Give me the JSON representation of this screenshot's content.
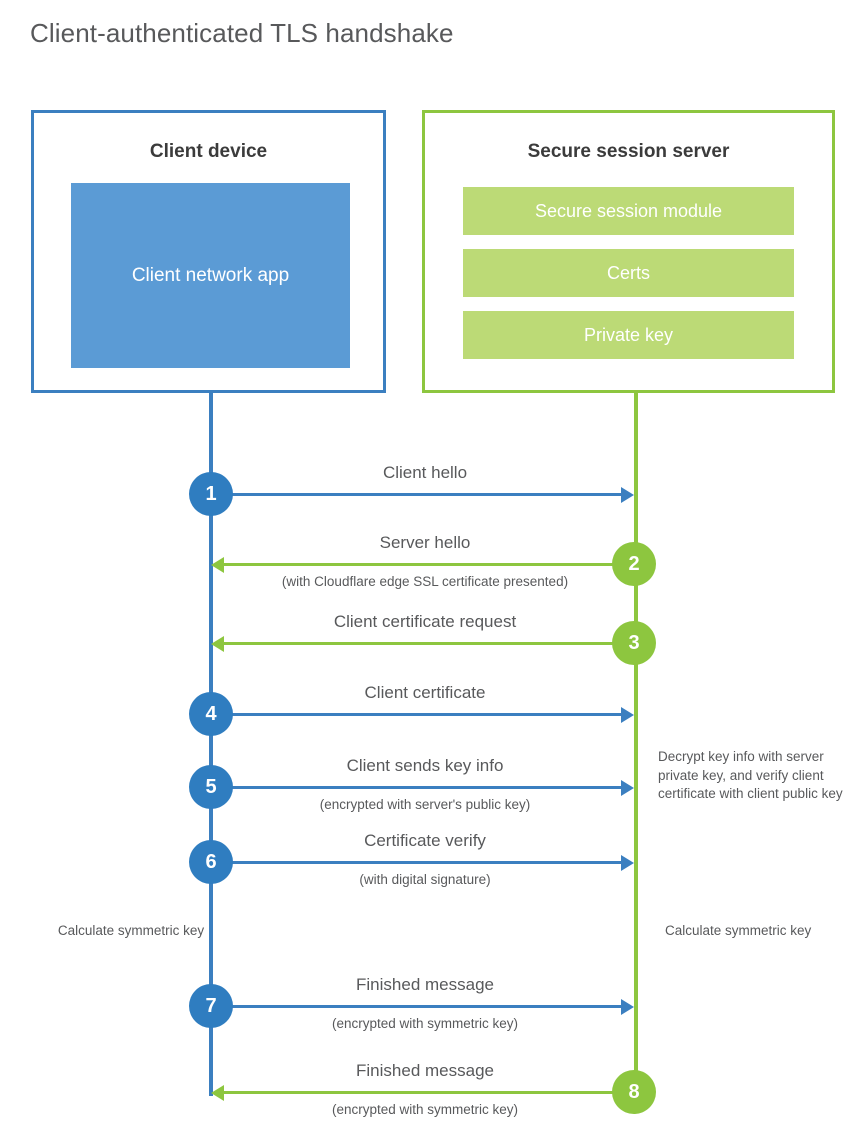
{
  "title": "Client-authenticated TLS handshake",
  "colors": {
    "blue": "#3b7fc0",
    "blue_badge": "#2f7dc0",
    "blue_fill": "#5b9bd5",
    "green": "#8dc63f",
    "green_fill": "#bcda76",
    "text": "#58595b"
  },
  "client": {
    "title": "Client device",
    "app_label": "Client network app"
  },
  "server": {
    "title": "Secure session server",
    "items": [
      {
        "label": "Secure session module"
      },
      {
        "label": "Certs"
      },
      {
        "label": "Private key"
      }
    ]
  },
  "messages": [
    {
      "step": "1",
      "label": "Client hello",
      "sublabel": "",
      "direction": "client-to-server",
      "color": "blue"
    },
    {
      "step": "2",
      "label": "Server hello",
      "sublabel": "(with Cloudflare edge SSL certificate presented)",
      "direction": "server-to-client",
      "color": "green"
    },
    {
      "step": "3",
      "label": "Client certificate request",
      "sublabel": "",
      "direction": "server-to-client",
      "color": "green"
    },
    {
      "step": "4",
      "label": "Client certificate",
      "sublabel": "",
      "direction": "client-to-server",
      "color": "blue"
    },
    {
      "step": "5",
      "label": "Client sends key info",
      "sublabel": "(encrypted with server's public key)",
      "direction": "client-to-server",
      "color": "blue"
    },
    {
      "step": "6",
      "label": "Certificate verify",
      "sublabel": "(with digital signature)",
      "direction": "client-to-server",
      "color": "blue"
    },
    {
      "step": "7",
      "label": "Finished message",
      "sublabel": "(encrypted with symmetric key)",
      "direction": "client-to-server",
      "color": "blue"
    },
    {
      "step": "8",
      "label": "Finished message",
      "sublabel": "(encrypted with symmetric key)",
      "direction": "server-to-client",
      "color": "green"
    }
  ],
  "notes": {
    "decrypt": "Decrypt key info with server private key, and verify client certificate with client public key",
    "calculate_client": "Calculate symmetric key",
    "calculate_server": "Calculate symmetric key"
  }
}
